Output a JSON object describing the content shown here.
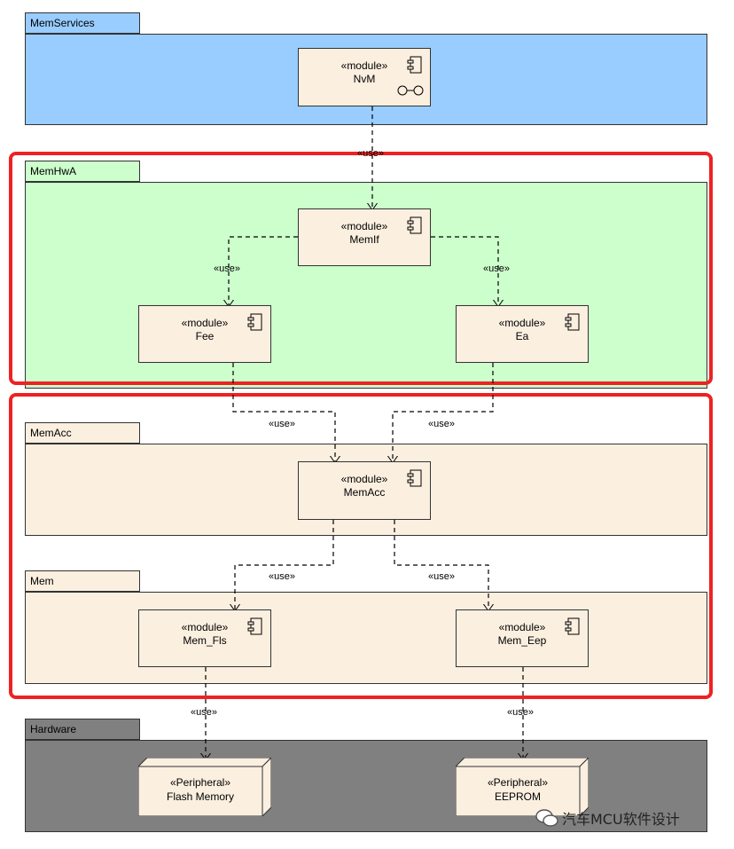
{
  "packages": {
    "memservices": "MemServices",
    "memhwa": "MemHwA",
    "memacc": "MemAcc",
    "mem": "Mem",
    "hardware": "Hardware"
  },
  "modules": {
    "nvm": {
      "stereotype": "«module»",
      "name": "NvM"
    },
    "memif": {
      "stereotype": "«module»",
      "name": "MemIf"
    },
    "fee": {
      "stereotype": "«module»",
      "name": "Fee"
    },
    "ea": {
      "stereotype": "«module»",
      "name": "Ea"
    },
    "memacc": {
      "stereotype": "«module»",
      "name": "MemAcc"
    },
    "mem_fls": {
      "stereotype": "«module»",
      "name": "Mem_Fls"
    },
    "mem_eep": {
      "stereotype": "«module»",
      "name": "Mem_Eep"
    }
  },
  "peripherals": {
    "flash": {
      "stereotype": "«Peripheral»",
      "name": "Flash Memory"
    },
    "eeprom": {
      "stereotype": "«Peripheral»",
      "name": "EEPROM"
    }
  },
  "use_label": "«use»",
  "watermark": "汽车MCU软件设计",
  "colors": {
    "memservices": "#99ccff",
    "memhwa": "#ccffcc",
    "module_fill": "#fbefe0",
    "hardware": "#808080",
    "highlight": "#ee2222"
  }
}
